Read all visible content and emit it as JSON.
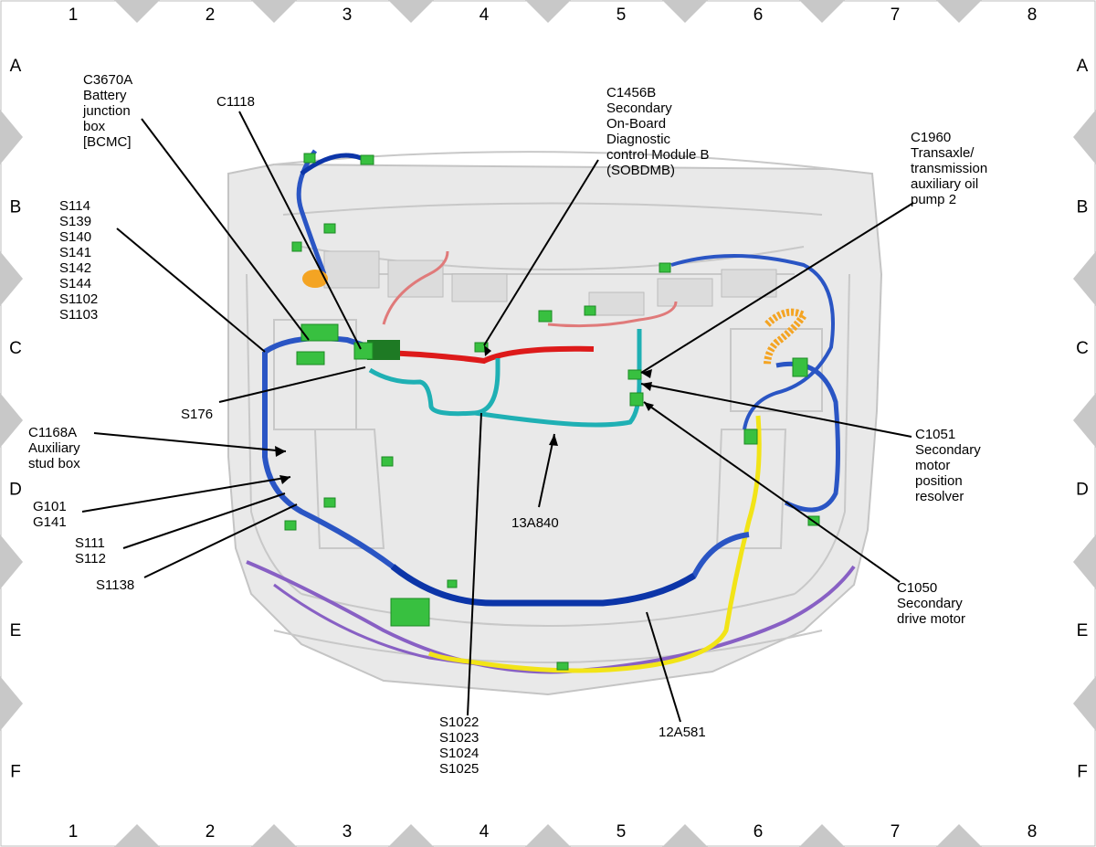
{
  "grid": {
    "columns": [
      "1",
      "2",
      "3",
      "4",
      "5",
      "6",
      "7",
      "8"
    ],
    "rows": [
      "A",
      "B",
      "C",
      "D",
      "E",
      "F"
    ]
  },
  "callouts": {
    "c3670a": [
      "C3670A",
      "Battery",
      "junction",
      "box",
      "[BCMC]"
    ],
    "c1118": [
      "C1118"
    ],
    "c1456b": [
      "C1456B",
      "Secondary",
      "On-Board",
      "Diagnostic",
      "control Module B",
      "(SOBDMB)"
    ],
    "c1960": [
      "C1960",
      "Transaxle/",
      "transmission",
      "auxiliary oil",
      "pump 2"
    ],
    "splices_left": [
      "S114",
      "S139",
      "S140",
      "S141",
      "S142",
      "S144",
      "S1102",
      "S1103"
    ],
    "s176": [
      "S176"
    ],
    "c1168a": [
      "C1168A",
      "Auxiliary",
      "stud box"
    ],
    "g101": [
      "G101",
      "G141"
    ],
    "s111": [
      "S111",
      "S112"
    ],
    "s1138": [
      "S1138"
    ],
    "harness_13a840": [
      "13A840"
    ],
    "c1051": [
      "C1051",
      "Secondary",
      "motor",
      "position",
      "resolver"
    ],
    "c1050": [
      "C1050",
      "Secondary",
      "drive motor"
    ],
    "splices_bottom": [
      "S1022",
      "S1023",
      "S1024",
      "S1025"
    ],
    "harness_12a581": [
      "12A581"
    ]
  },
  "colors": {
    "harness_blue": "#2a55c4",
    "harness_dark_blue": "#0c35a8",
    "harness_red": "#dd1a1a",
    "harness_pink": "#e07a7a",
    "harness_teal": "#1fb0b4",
    "harness_yellow": "#f2e417",
    "harness_purple": "#8860c4",
    "harness_orange": "#f4a423",
    "connector_green": "#38c040",
    "grid_marker": "#c8c8c8"
  }
}
